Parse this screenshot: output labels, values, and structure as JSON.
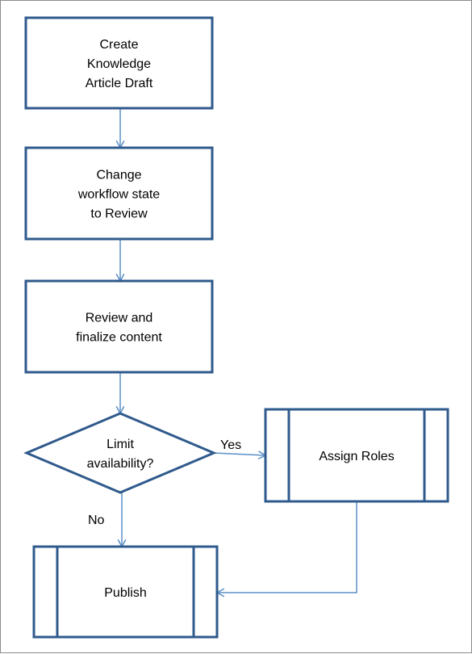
{
  "colors": {
    "node_border": "#2f5a8c",
    "connector": "#5b8fc7",
    "text": "#000000",
    "background": "#ffffff"
  },
  "nodes": [
    {
      "id": "create-draft",
      "shape": "process",
      "lines": [
        "Create",
        "Knowledge",
        "Article Draft"
      ]
    },
    {
      "id": "change-state",
      "shape": "process",
      "lines": [
        "Change",
        "workflow state",
        "to Review"
      ]
    },
    {
      "id": "review-finalize",
      "shape": "process",
      "lines": [
        "Review and",
        "finalize content"
      ]
    },
    {
      "id": "limit-availability",
      "shape": "decision",
      "lines": [
        "Limit",
        "availability?"
      ]
    },
    {
      "id": "assign-roles",
      "shape": "predefined-process",
      "lines": [
        "Assign Roles"
      ]
    },
    {
      "id": "publish",
      "shape": "predefined-process",
      "lines": [
        "Publish"
      ]
    }
  ],
  "edges": [
    {
      "from": "create-draft",
      "to": "change-state",
      "label": ""
    },
    {
      "from": "change-state",
      "to": "review-finalize",
      "label": ""
    },
    {
      "from": "review-finalize",
      "to": "limit-availability",
      "label": ""
    },
    {
      "from": "limit-availability",
      "to": "assign-roles",
      "label": "Yes"
    },
    {
      "from": "limit-availability",
      "to": "publish",
      "label": "No"
    },
    {
      "from": "assign-roles",
      "to": "publish",
      "label": ""
    }
  ]
}
